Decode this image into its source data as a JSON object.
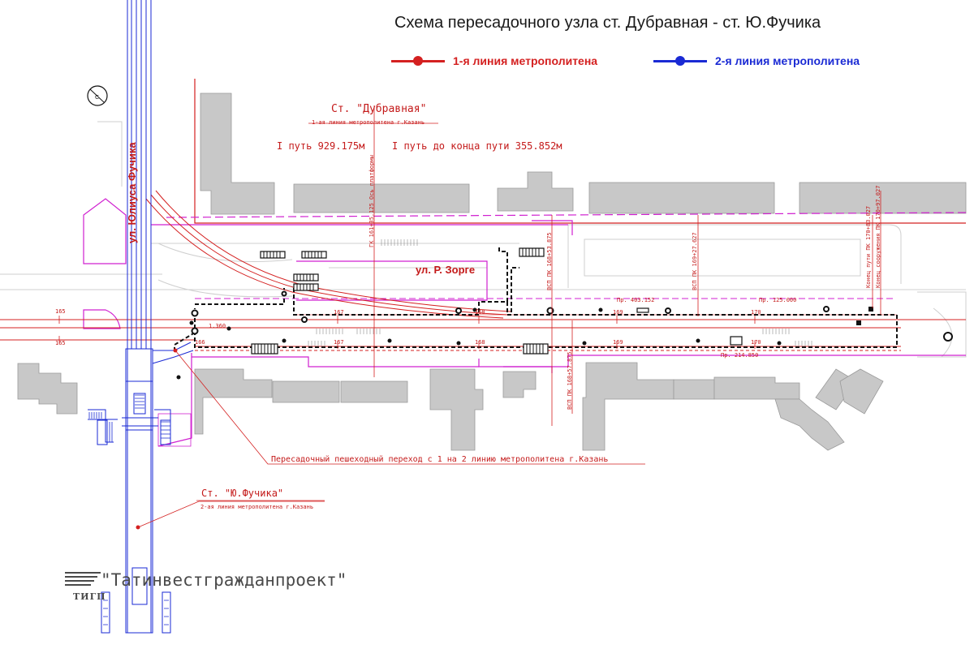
{
  "title": "Схема пересадочного узла ст. Дубравная - ст. Ю.Фучика",
  "legend": [
    {
      "label": "1-я линия метрополитена",
      "color": "#d42020"
    },
    {
      "label": "2-я линия метрополитена",
      "color": "#1a2ad4"
    }
  ],
  "station_1": {
    "name": "Ст. \"Дубравная\"",
    "line": "1-ая линия метрополитена г.Казань",
    "path_left": "I путь 929.175м",
    "path_right": "I путь до конца пути 355.852м"
  },
  "station_2": {
    "name": "Ст. \"Ю.Фучика\"",
    "line": "2-ая линия метрополитена г.Казань"
  },
  "transfer_label": "Пересадочный пешеходный переход с 1 на 2 линию метрополитена г.Казань",
  "streets": {
    "fuchika": "ул. Юлиуса Фучика",
    "zorge": "ул. Р. Зорге"
  },
  "pickets": {
    "left_165_top": "165",
    "left_165_bot": "165",
    "p167_top": "167",
    "p167_bot": "167",
    "p168_top": "168",
    "p168_bot": "168",
    "p169_top": "169",
    "p169_bot": "169",
    "p170_top": "170",
    "p170_bot": "170",
    "p166": "166",
    "elev": "1.360",
    "pr1": "Пр. 403.152",
    "pr2": "Пр. 125.000",
    "pr3": "Пр. 214.850"
  },
  "vertical_labels": {
    "v1": "ГК 161+35.125 Ось платформы",
    "v2": "ВСП ПК 168+53.875",
    "v3": "ВСП ПК 169+27.627",
    "v4": "ВСП ПК 168+57.875",
    "v5": "Конец пути ПК 170+83.027",
    "v6": "Конец сооружения ПК 170+97.027"
  },
  "company": "\"Татинвестгражданпроект\"",
  "company_mark": "ТИГП",
  "colors": {
    "red_line": "#d42020",
    "blue_line": "#1a2ad4",
    "magenta": "#d020d0",
    "building": "#c8c8c8"
  }
}
